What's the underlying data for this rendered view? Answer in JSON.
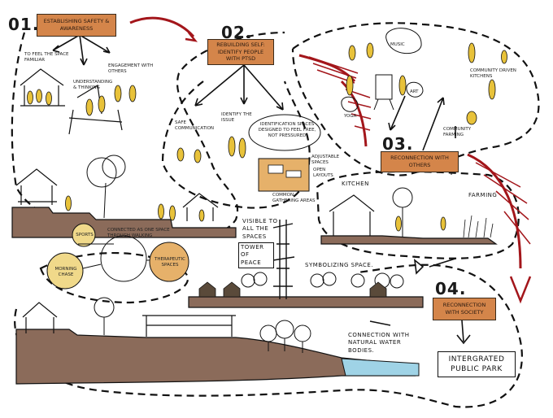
{
  "steps": [
    {
      "number": "01.",
      "title": "Establishing Safety & Awareness"
    },
    {
      "number": "02.",
      "title": "Rebuilding Self: Identify people with PTSD"
    },
    {
      "number": "03.",
      "title": "Reconnection with others"
    },
    {
      "number": "04.",
      "title": "Reconnection with society"
    }
  ],
  "step1_notes": {
    "feel_space": "To feel the space familiar",
    "understanding": "Understanding & thinking",
    "engagement": "Engagement with others"
  },
  "step2_notes": {
    "safe_communication": "Safe communication",
    "identify": "Identify the issue",
    "identification_spaces": "Identification spaces designed to feel free, not pressured",
    "adjustable": "Adjustable spaces",
    "open_layouts": "Open layouts",
    "common_spaces": "Common gathering areas"
  },
  "bubbles": {
    "sports": "Sports",
    "connected": "Connected as one space through walking",
    "morning_chase": "Morning chase",
    "therapeutic": "Therapeutic spaces"
  },
  "step3_notes": {
    "music": "Music",
    "yoga": "Yoga",
    "art": "Art",
    "community_kitchen": "Community driven kitchens",
    "community_farming": "Community farming",
    "kitchen": "Kitchen",
    "farming": "Farming"
  },
  "center_notes": {
    "visible": "Visible to all the spaces",
    "tower": "Tower of peace",
    "symbolizing": "Symbolizing space."
  },
  "bottom_notes": {
    "connection": "Connection with natural water bodies.",
    "park": "Intergrated public park"
  },
  "colors": {
    "accent_box": "#d4854a",
    "figure_yellow": "#e8c23a",
    "earth": "#8b6b5a",
    "red_arrow": "#a3161b",
    "water": "#9fd3e6"
  }
}
